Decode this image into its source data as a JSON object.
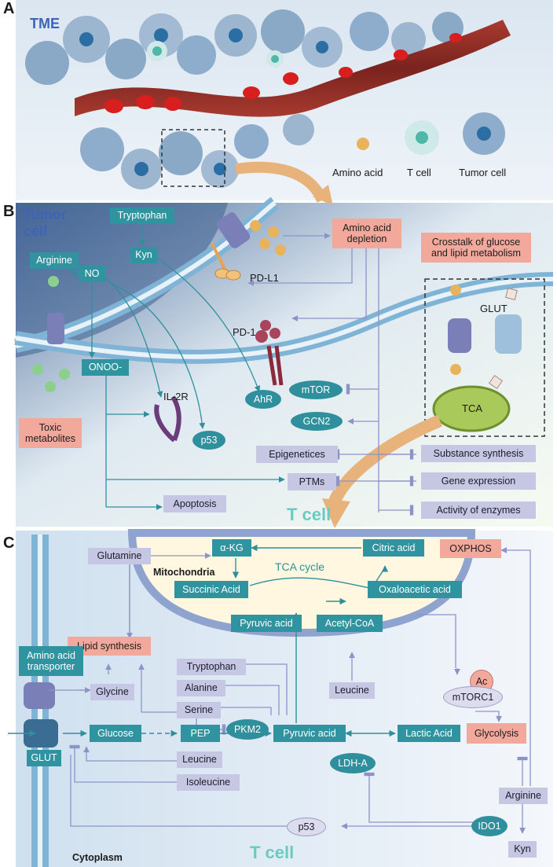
{
  "panel_a": {
    "label": "A",
    "tme_label": "TME",
    "legend": {
      "amino_acid": "Amino acid",
      "t_cell": "T cell",
      "tumor_cell": "Tumor cell"
    }
  },
  "panel_b": {
    "label": "B",
    "tumor_cell": "Tumor\ncell",
    "t_cell": "T cell",
    "tryptophan": "Tryptophan",
    "kyn": "Kyn",
    "arginine": "Arginine",
    "no": "NO",
    "onoo": "ONOO-",
    "toxic": "Toxic\nmetabolites",
    "amino_depletion": "Amino acid\ndepletion",
    "crosstalk": "Crosstalk of glucose\nand lipid metabolism",
    "pd_l1": "PD-L1",
    "pd_1": "PD-1",
    "il2r": "IL-2R",
    "glut": "GLUT",
    "tca": "TCA",
    "mtor": "mTOR",
    "gcn2": "GCN2",
    "ahr": "AhR",
    "p53": "p53",
    "epigenetics": "Epigenetices",
    "ptms": "PTMs",
    "apoptosis": "Apoptosis",
    "substance_synthesis": "Substance synthesis",
    "gene_expression": "Gene expression",
    "activity_enzymes": "Activity of enzymes"
  },
  "panel_c": {
    "label": "C",
    "glutamine": "Glutamine",
    "akg": "α-KG",
    "mitochondria": "Mitochondria",
    "tca_cycle": "TCA cycle",
    "citric_acid": "Citric acid",
    "oxphos": "OXPHOS",
    "succinic_acid": "Succinic Acid",
    "oxaloacetic_acid": "Oxaloacetic acid",
    "lipid_synthesis": "Lipid synthesis",
    "pyruvic_mito": "Pyruvic acid",
    "acetyl_coa": "Acetyl-CoA",
    "aa_transporter": "Amino acid\ntransporter",
    "tryptophan": "Tryptophan",
    "alanine": "Alanine",
    "serine": "Serine",
    "glycine": "Glycine",
    "leucine_top": "Leucine",
    "ac": "Ac",
    "mtorc1": "mTORC1",
    "pkm2": "PKM2",
    "glucose": "Glucose",
    "pep": "PEP",
    "pyruvic_cyto": "Pyruvic acid",
    "lactic_acid": "Lactic Acid",
    "glycolysis": "Glycolysis",
    "glut": "GLUT",
    "leucine": "Leucine",
    "isoleucine": "Isoleucine",
    "ldha": "LDH-A",
    "arginine": "Arginine",
    "p53": "p53",
    "ido1": "IDO1",
    "kyn": "Kyn",
    "cytoplasm": "Cytoplasm",
    "t_cell": "T cell"
  },
  "colors": {
    "teal": "#2f94a0",
    "lavender": "#c6c7e2",
    "pink": "#f2a99c",
    "membrane": "#7fb4d6",
    "vessel": "#8a2a24"
  }
}
